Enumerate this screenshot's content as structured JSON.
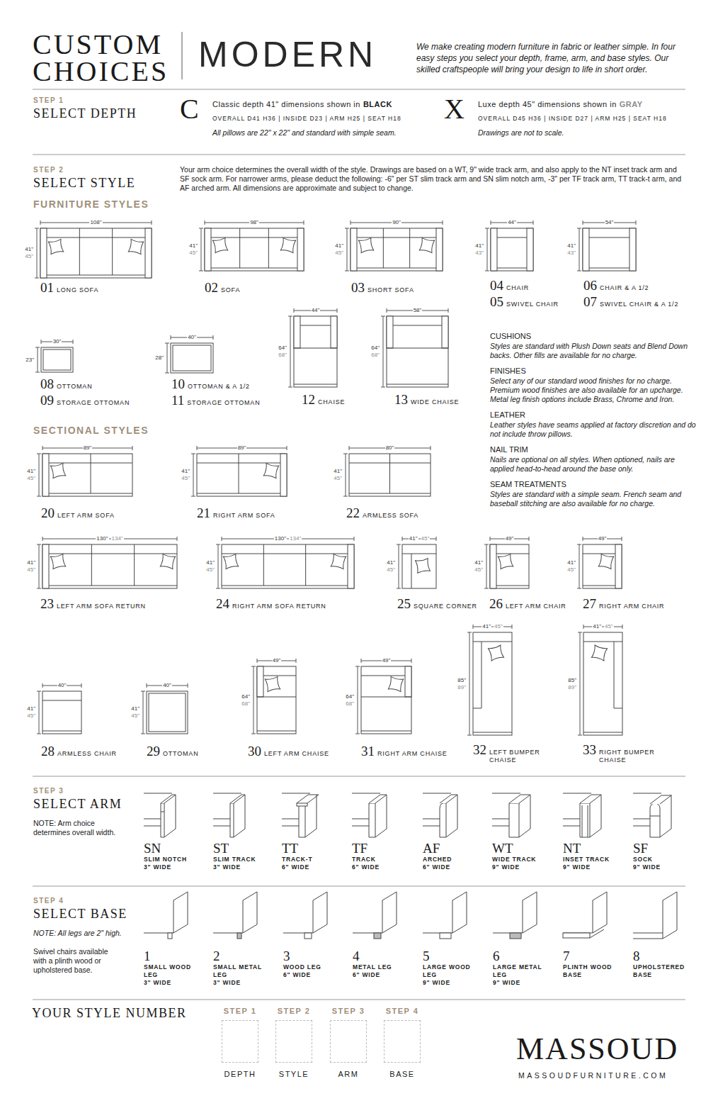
{
  "diagram": {
    "title": "CUSTOM CHOICES",
    "nodes": [
      {
        "text": [
          "STEP 1",
          "DEPTH"
        ]
      },
      {
        "text": [
          "STEP 2",
          "STYLE"
        ]
      },
      {
        "text": [
          "STEP 3",
          "ARM"
        ]
      },
      {
        "text": [
          "STEP 4",
          "BASE"
        ]
      }
    ],
    "labels": [
      "MODERN",
      "We make creating modern furniture in fabric or leather simple. In four easy steps you select your depth, frame, arm, and base styles. Our skilled craftspeople will bring your design to life in short order.",
      "STEP 1",
      "SELECT DEPTH",
      "C",
      "Classic depth 41\" dimensions shown in",
      "BLACK",
      "OVERALL D41 H36 | INSIDE D23 | ARM H25 | SEAT H18",
      "All pillows are 22\" x 22\" and standard with simple seam.",
      "X",
      "Luxe depth 45\" dimensions shown in",
      "GRAY",
      "OVERALL D45 H36 | INSIDE D27 | ARM H25 | SEAT H18",
      "Drawings are not to scale.",
      "STEP 2",
      "SELECT STYLE",
      "Your arm choice determines the overall width of the style. Drawings are based on a WT, 9\" wide track arm, and also apply to the NT inset track arm and SF sock arm. For narrower arms, please deduct the following: -6\" per ST slim track arm and SN slim notch arm, -3\" per TF track arm, TT track-t arm, and AF arched arm. All dimensions are approximate and subject to change.",
      "FURNITURE STYLES",
      "108\"",
      "41\"",
      "45\"",
      "01",
      "LONG SOFA",
      "98\"",
      "41\"",
      "45\"",
      "02",
      "SOFA",
      "90\"",
      "41\"",
      "45\"",
      "03",
      "SHORT SOFA",
      "44\"",
      "41\"",
      "43\"",
      "04",
      "CHAIR",
      "05",
      "SWIVEL CHAIR",
      "54\"",
      "41\"",
      "43\"",
      "06",
      "CHAIR & A 1/2",
      "07",
      "SWIVEL CHAIR & A 1/2",
      "30\"",
      "23\"",
      "08",
      "OTTOMAN",
      "09",
      "STORAGE OTTOMAN",
      "40\"",
      "28\"",
      "10",
      "OTTOMAN & A 1/2",
      "11",
      "STORAGE OTTOMAN",
      "44\"",
      "64\"",
      "68\"",
      "12",
      "CHAISE",
      "58\"",
      "64\"",
      "68\"",
      "13",
      "WIDE CHAISE",
      "CUSHIONS",
      "Styles are standard with Plush Down seats and Blend Down backs. Other fills are available for no charge.",
      "FINISHES",
      "Select any of our standard wood finishes for no charge. Premium wood finishes are also available for an upcharge. Metal leg finish options include Brass, Chrome and Iron.",
      "LEATHER",
      "Leather styles have seams applied at factory discretion and do not include throw pillows.",
      "NAIL TRIM",
      "Nails are optional on all styles. When optioned, nails are applied head-to-head around the base only.",
      "SEAM TREATMENTS",
      "Styles are standard with a simple seam. French seam and baseball stitching are also available for no charge.",
      "SECTIONAL STYLES",
      "89\"",
      "41\"",
      "45\"",
      "20",
      "LEFT ARM SOFA",
      "89\"",
      "41\"",
      "45\"",
      "21",
      "RIGHT ARM SOFA",
      "80\"",
      "41\"",
      "45\"",
      "22",
      "ARMLESS SOFA",
      "130\"",
      "134\"",
      "41\"",
      "45\"",
      "23",
      "LEFT ARM SOFA RETURN",
      "130\"",
      "134\"",
      "41\"",
      "45\"",
      "24",
      "RIGHT ARM SOFA RETURN",
      "41\"",
      "45\"",
      "41\"",
      "45\"",
      "25",
      "SQUARE CORNER",
      "49\"",
      "41\"",
      "45\"",
      "26",
      "LEFT ARM CHAIR",
      "49\"",
      "41\"",
      "45\"",
      "27",
      "RIGHT ARM CHAIR",
      "40\"",
      "41\"",
      "45\"",
      "28",
      "ARMLESS CHAIR",
      "40\"",
      "41\"",
      "45\"",
      "29",
      "OTTOMAN",
      "49\"",
      "64\"",
      "68\"",
      "30",
      "LEFT ARM CHAISE",
      "49\"",
      "64\"",
      "68\"",
      "31",
      "RIGHT ARM CHAISE",
      "41\"",
      "45\"",
      "85\"",
      "89\"",
      "32",
      "LEFT BUMPER CHAISE",
      "41\"",
      "45\"",
      "85\"",
      "89\"",
      "33",
      "RIGHT BUMPER CHAISE",
      "STEP 3",
      "SELECT ARM",
      "NOTE: Arm choice determines overall width.",
      "SN",
      "SLIM NOTCH",
      "3\" WIDE",
      "ST",
      "SLIM TRACK",
      "3\" WIDE",
      "TT",
      "TRACK-T",
      "6\" WIDE",
      "TF",
      "TRACK",
      "6\" WIDE",
      "AF",
      "ARCHED",
      "6\" WIDE",
      "WT",
      "WIDE TRACK",
      "9\" WIDE",
      "NT",
      "INSET TRACK",
      "9\" WIDE",
      "SF",
      "SOCK",
      "9\" WIDE",
      "STEP 4",
      "SELECT BASE",
      "NOTE: All legs are 2\" high.",
      "Swivel chairs available with a plinth wood or upholstered base.",
      "1",
      "SMALL WOOD LEG",
      "3\" WIDE",
      "2",
      "SMALL METAL LEG",
      "3\" WIDE",
      "3",
      "WOOD LEG",
      "6\" WIDE",
      "4",
      "METAL LEG",
      "6\" WIDE",
      "5",
      "LARGE WOOD LEG",
      "9\" WIDE",
      "6",
      "LARGE METAL LEG",
      "9\" WIDE",
      "7",
      "PLINTH WOOD BASE",
      "8",
      "UPHOLSTERED BASE",
      "YOUR STYLE NUMBER",
      "MASSOUD",
      "MASSOUDFURNITURE.COM"
    ]
  }
}
